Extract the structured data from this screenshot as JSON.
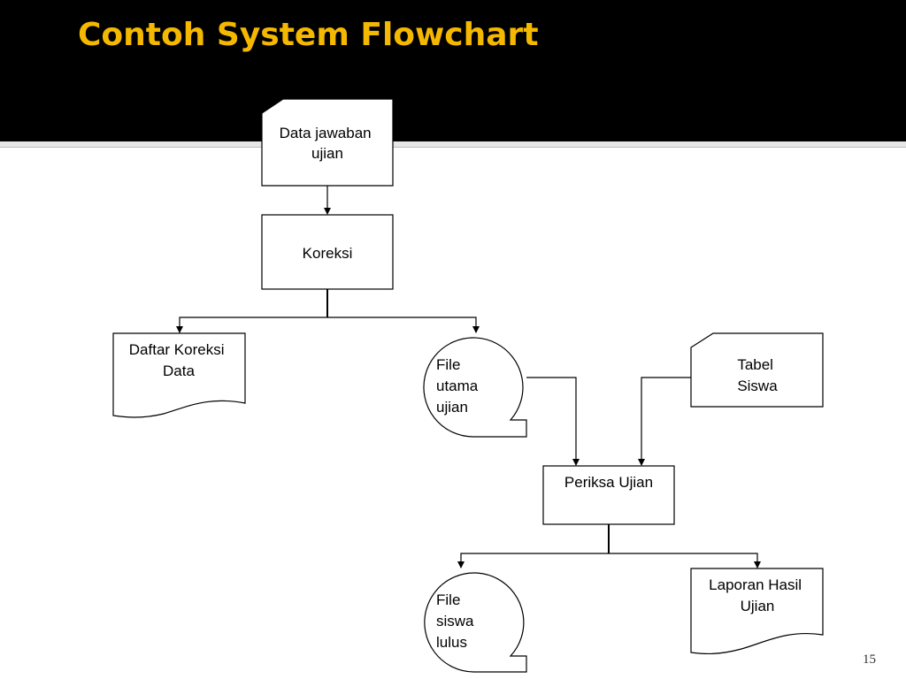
{
  "slide": {
    "title": "Contoh System Flowchart",
    "page_number": "15"
  },
  "colors": {
    "header_bg": "#000000",
    "title": "#f5b800",
    "stroke": "#000000"
  },
  "nodes": {
    "data_jawaban": {
      "lines": [
        "Data jawaban",
        "ujian"
      ]
    },
    "koreksi": {
      "lines": [
        "Koreksi"
      ]
    },
    "daftar_koreksi": {
      "lines": [
        "Daftar Koreksi",
        "Data"
      ]
    },
    "file_utama": {
      "lines": [
        "File",
        "utama",
        "ujian"
      ]
    },
    "tabel_siswa": {
      "lines": [
        "Tabel",
        "Siswa"
      ]
    },
    "periksa_ujian": {
      "lines": [
        "Periksa Ujian"
      ]
    },
    "file_siswa": {
      "lines": [
        "File",
        "siswa",
        "lulus"
      ]
    },
    "laporan_hasil": {
      "lines": [
        "Laporan Hasil",
        "Ujian"
      ]
    }
  }
}
